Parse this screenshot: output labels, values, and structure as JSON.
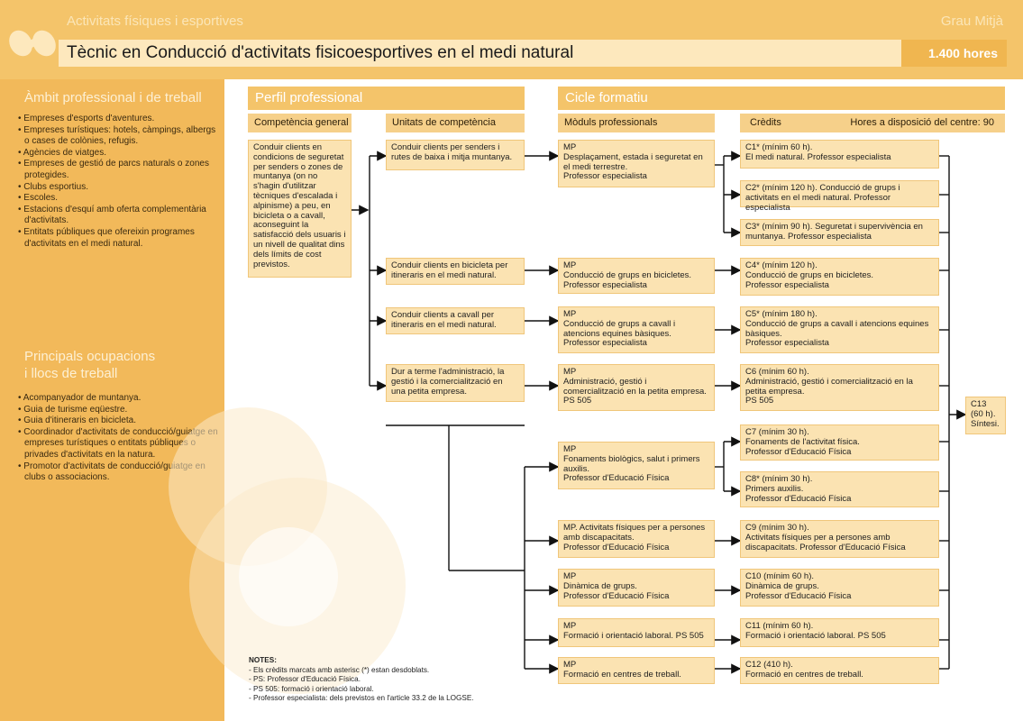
{
  "header": {
    "category": "Activitats físiques i esportives",
    "level": "Grau Mitjà",
    "title": "Tècnic en Conducció d'activitats fisicoesportives en el medi natural",
    "hours": "1.400 hores"
  },
  "left_panel": {
    "scope_title": "Àmbit professional i de treball",
    "scope_items": [
      "• Empreses d'esports d'aventures.",
      "• Empreses turístiques: hotels, càmpings, albergs o cases de colònies, refugis.",
      "• Agències de viatges.",
      "• Empreses de gestió de parcs naturals o zones protegides.",
      "• Clubs esportius.",
      "• Escoles.",
      "• Estacions d'esquí amb oferta complementària d'activitats.",
      "• Entitats públiques que ofereixin programes d'activitats en el medi natural."
    ],
    "jobs_title_1": "Principals ocupacions",
    "jobs_title_2": "i llocs de treball",
    "jobs_items": [
      "• Acompanyador de muntanya.",
      "• Guia de turisme eqüestre.",
      "• Guia d'itineraris en bicicleta.",
      "• Coordinador d'activitats de conducció/guiatge en empreses turístiques o entitats públiques o privades d'activitats en la natura.",
      "• Promotor d'activitats de conducció/guiatge en clubs o associacions."
    ]
  },
  "sections": {
    "profile": "Perfil professional",
    "cycle": "Cicle formatiu",
    "general": "Competència general",
    "units": "Unitats de competència",
    "modules": "Mòduls professionals",
    "credits": "Crèdits",
    "center_hours": "Hores a disposició del centre: 90"
  },
  "general_competence": "Conduir clients en condicions de seguretat per senders o zones de muntanya (on no s'hagin d'utilitzar tècniques d'escalada i alpinisme) a peu, en bicicleta o a cavall, aconseguint la satisfacció dels usuaris i un nivell de qualitat dins dels límits de cost previstos.",
  "units": [
    "Conduir clients per senders i rutes de baixa i mitja muntanya.",
    "Conduir clients en bicicleta per itineraris en el medi natural.",
    "Conduir clients a cavall per itineraris en el medi natural.",
    "Dur a terme l'administració, la gestió i la comercialització en una petita empresa."
  ],
  "modules": [
    "MP\nDesplaçament, estada i seguretat en el medi terrestre.\nProfessor especialista",
    "MP\nConducció de grups en bicicletes.\nProfessor especialista",
    "MP\nConducció de grups a cavall i atencions equines bàsiques.\nProfessor especialista",
    "MP\nAdministració, gestió i comercialització en la petita empresa.\nPS 505",
    "MP\nFonaments biològics, salut i primers auxilis.\nProfessor d'Educació Física",
    "MP. Activitats físiques per a persones amb discapacitats.\nProfessor d'Educació Física",
    "MP\nDinàmica de grups.\nProfessor d'Educació Física",
    "MP\nFormació i orientació laboral. PS 505",
    "MP\nFormació en centres de treball."
  ],
  "credits": [
    "C1* (mínim 60 h).\nEl medi natural. Professor especialista",
    "C2* (mínim 120 h). Conducció de grups i activitats en el medi natural. Professor especialista",
    "C3* (mínim 90 h). Seguretat i supervivència en muntanya. Professor especialista",
    "C4* (mínim 120 h).\nConducció de grups en bicicletes.\nProfessor especialista",
    "C5* (mínim 180 h).\nConducció de grups a cavall i atencions equines bàsiques.\nProfessor especialista",
    "C6 (mínim 60 h).\nAdministració, gestió i comercialització en la petita empresa.\nPS 505",
    "C7 (mínim 30 h).\nFonaments de l'activitat física.\nProfessor d'Educació Física",
    "C8* (mínim 30 h).\nPrimers auxilis.\nProfessor d'Educació Física",
    "C9 (mínim 30 h).\nActivitats físiques per a persones amb discapacitats. Professor d'Educació Física",
    "C10 (mínim 60 h).\nDinàmica de grups.\nProfessor d'Educació Física",
    "C11 (mínim 60 h).\nFormació i orientació laboral. PS 505",
    "C12 (410 h).\nFormació en centres de treball."
  ],
  "synthesis": "C13\n(60 h).\nSíntesi.",
  "notes": [
    "NOTES:",
    "- Els crèdits marcats amb asterisc (*) estan desdoblats.",
    "- PS: Professor d'Educació Física.",
    "- PS 505: formació i orientació laboral.",
    "- Professor especialista: dels previstos en l'article 33.2 de la LOGSE."
  ],
  "colors": {
    "accent": "#f4c46a",
    "light": "#fde8bd",
    "box": "#fbe3b2"
  }
}
